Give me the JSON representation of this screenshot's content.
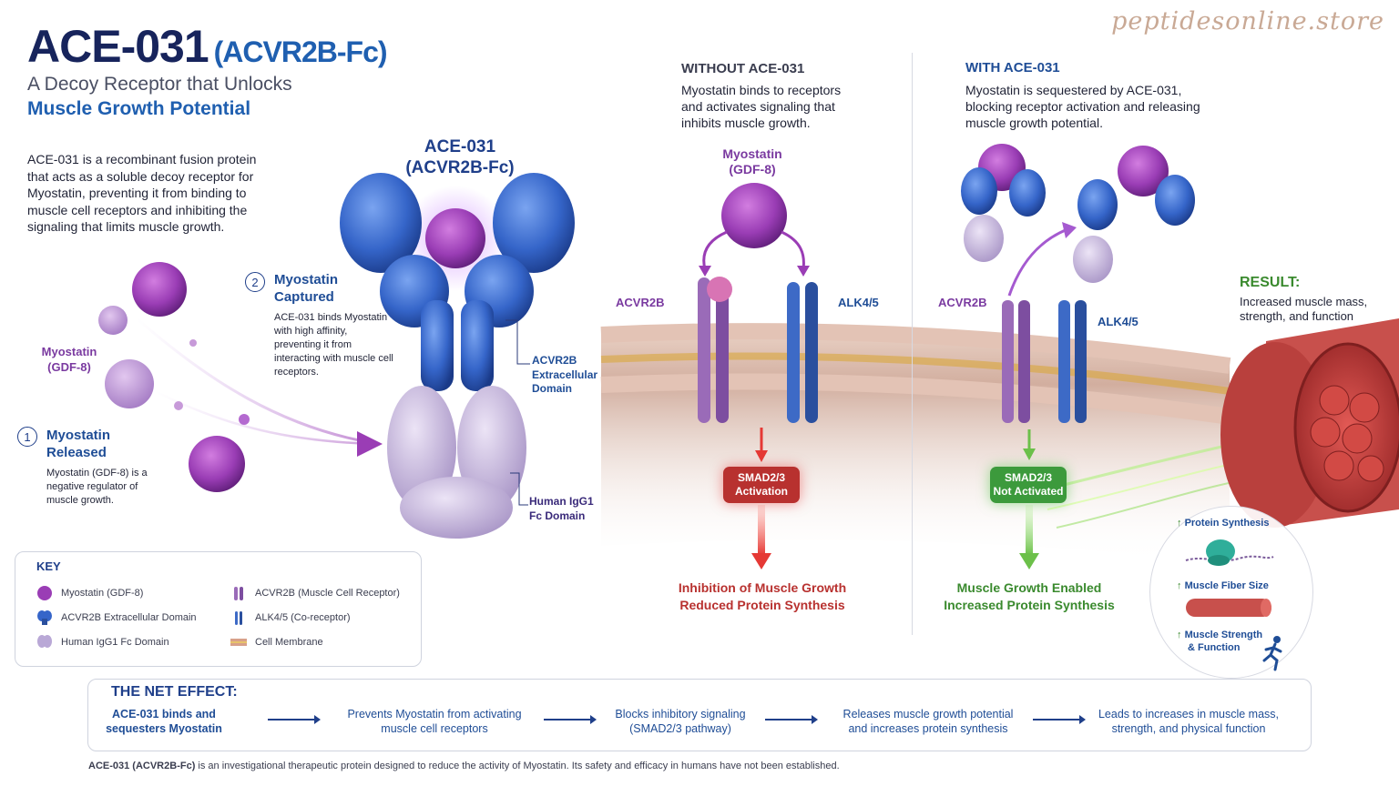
{
  "brand": {
    "watermark": "peptidesonline.store"
  },
  "header": {
    "title": "ACE-031",
    "title_paren": "(ACVR2B-Fc)",
    "subtitle_line1": "A Decoy Receptor that Unlocks",
    "subtitle_line2": "Muscle Growth Potential",
    "intro": "ACE-031 is a recombinant fusion protein that acts as a soluble decoy receptor for Myostatin, preventing it from binding to muscle cell receptors and inhibiting the signaling that limits muscle growth."
  },
  "left_diagram": {
    "myostatin_label_1": "Myostatin",
    "myostatin_label_2": "(GDF-8)",
    "step1": {
      "number": "1",
      "title_1": "Myostatin",
      "title_2": "Released",
      "text": "Myostatin (GDF-8) is a negative regulator of muscle growth."
    },
    "step2": {
      "number": "2",
      "title_1": "Myostatin",
      "title_2": "Captured",
      "text": "ACE-031 binds Myostatin with high affinity, preventing it from interacting with muscle cell receptors."
    },
    "molecule_title_1": "ACE-031",
    "molecule_title_2": "(ACVR2B-Fc)",
    "extracellular_label": "ACVR2B Extracellular Domain",
    "fc_label": "Human IgG1 Fc Domain"
  },
  "without_panel": {
    "heading": "WITHOUT ACE-031",
    "text": "Myostatin binds to receptors and activates signaling that inhibits muscle growth.",
    "myostatin_1": "Myostatin",
    "myostatin_2": "(GDF-8)",
    "receptor_left": "ACVR2B",
    "receptor_right": "ALK4/5",
    "smad_1": "SMAD2/3",
    "smad_2": "Activation",
    "outcome_1": "Inhibition of Muscle Growth",
    "outcome_2": "Reduced Protein Synthesis"
  },
  "with_panel": {
    "heading": "WITH ACE-031",
    "text": "Myostatin is sequestered by ACE-031, blocking receptor activation and releasing muscle growth potential.",
    "receptor_left": "ACVR2B",
    "receptor_right": "ALK4/5",
    "smad_1": "SMAD2/3",
    "smad_2": "Not Activated",
    "outcome_1": "Muscle Growth Enabled",
    "outcome_2": "Increased Protein Synthesis"
  },
  "result": {
    "heading": "RESULT:",
    "text": "Increased muscle mass, strength, and function",
    "benefit_1": "Protein Synthesis",
    "benefit_2": "Muscle Fiber Size",
    "benefit_3a": "Muscle Strength",
    "benefit_3b": "& Function"
  },
  "key": {
    "title": "KEY",
    "items": [
      "Myostatin (GDF-8)",
      "ACVR2B Extracellular Domain",
      "Human IgG1 Fc Domain",
      "ACVR2B (Muscle Cell Receptor)",
      "ALK4/5 (Co-receptor)",
      "Cell Membrane"
    ]
  },
  "net_effect": {
    "title": "THE NET EFFECT:",
    "steps": [
      "ACE-031 binds and sequesters Myostatin",
      "Prevents Myostatin from activating muscle cell receptors",
      "Blocks inhibitory signaling (SMAD2/3 pathway)",
      "Releases muscle growth potential and increases protein synthesis",
      "Leads to increases in muscle mass, strength, and physical function"
    ]
  },
  "footer": {
    "bold": "ACE-031 (ACVR2B-Fc)",
    "text": " is an investigational therapeutic protein designed to reduce the activity of Myostatin. Its safety and efficacy in humans have not been established."
  },
  "colors": {
    "navy": "#17245c",
    "blue": "#1f5fb0",
    "purple": "#7a3aa0",
    "red": "#b8312f",
    "green": "#3a8a2e"
  }
}
